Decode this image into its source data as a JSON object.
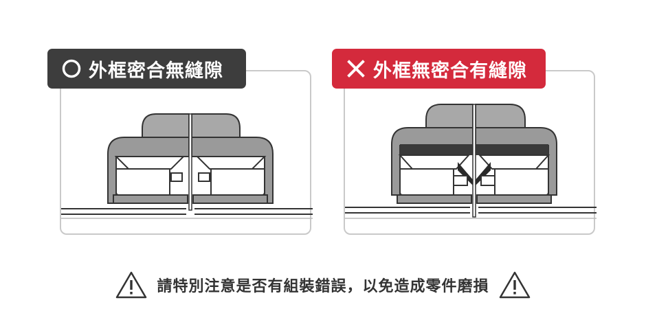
{
  "panels": {
    "correct": {
      "label": "外框密合無縫隙",
      "icon": "circle-icon",
      "color": "#3d3d3d"
    },
    "incorrect": {
      "label": "外框無密合有縫隙",
      "icon": "cross-icon",
      "color": "#d42a3c"
    }
  },
  "warning": {
    "text": "請特別注意是否有組裝錯誤，以免造成零件磨損",
    "icon": "warning-triangle-icon"
  }
}
